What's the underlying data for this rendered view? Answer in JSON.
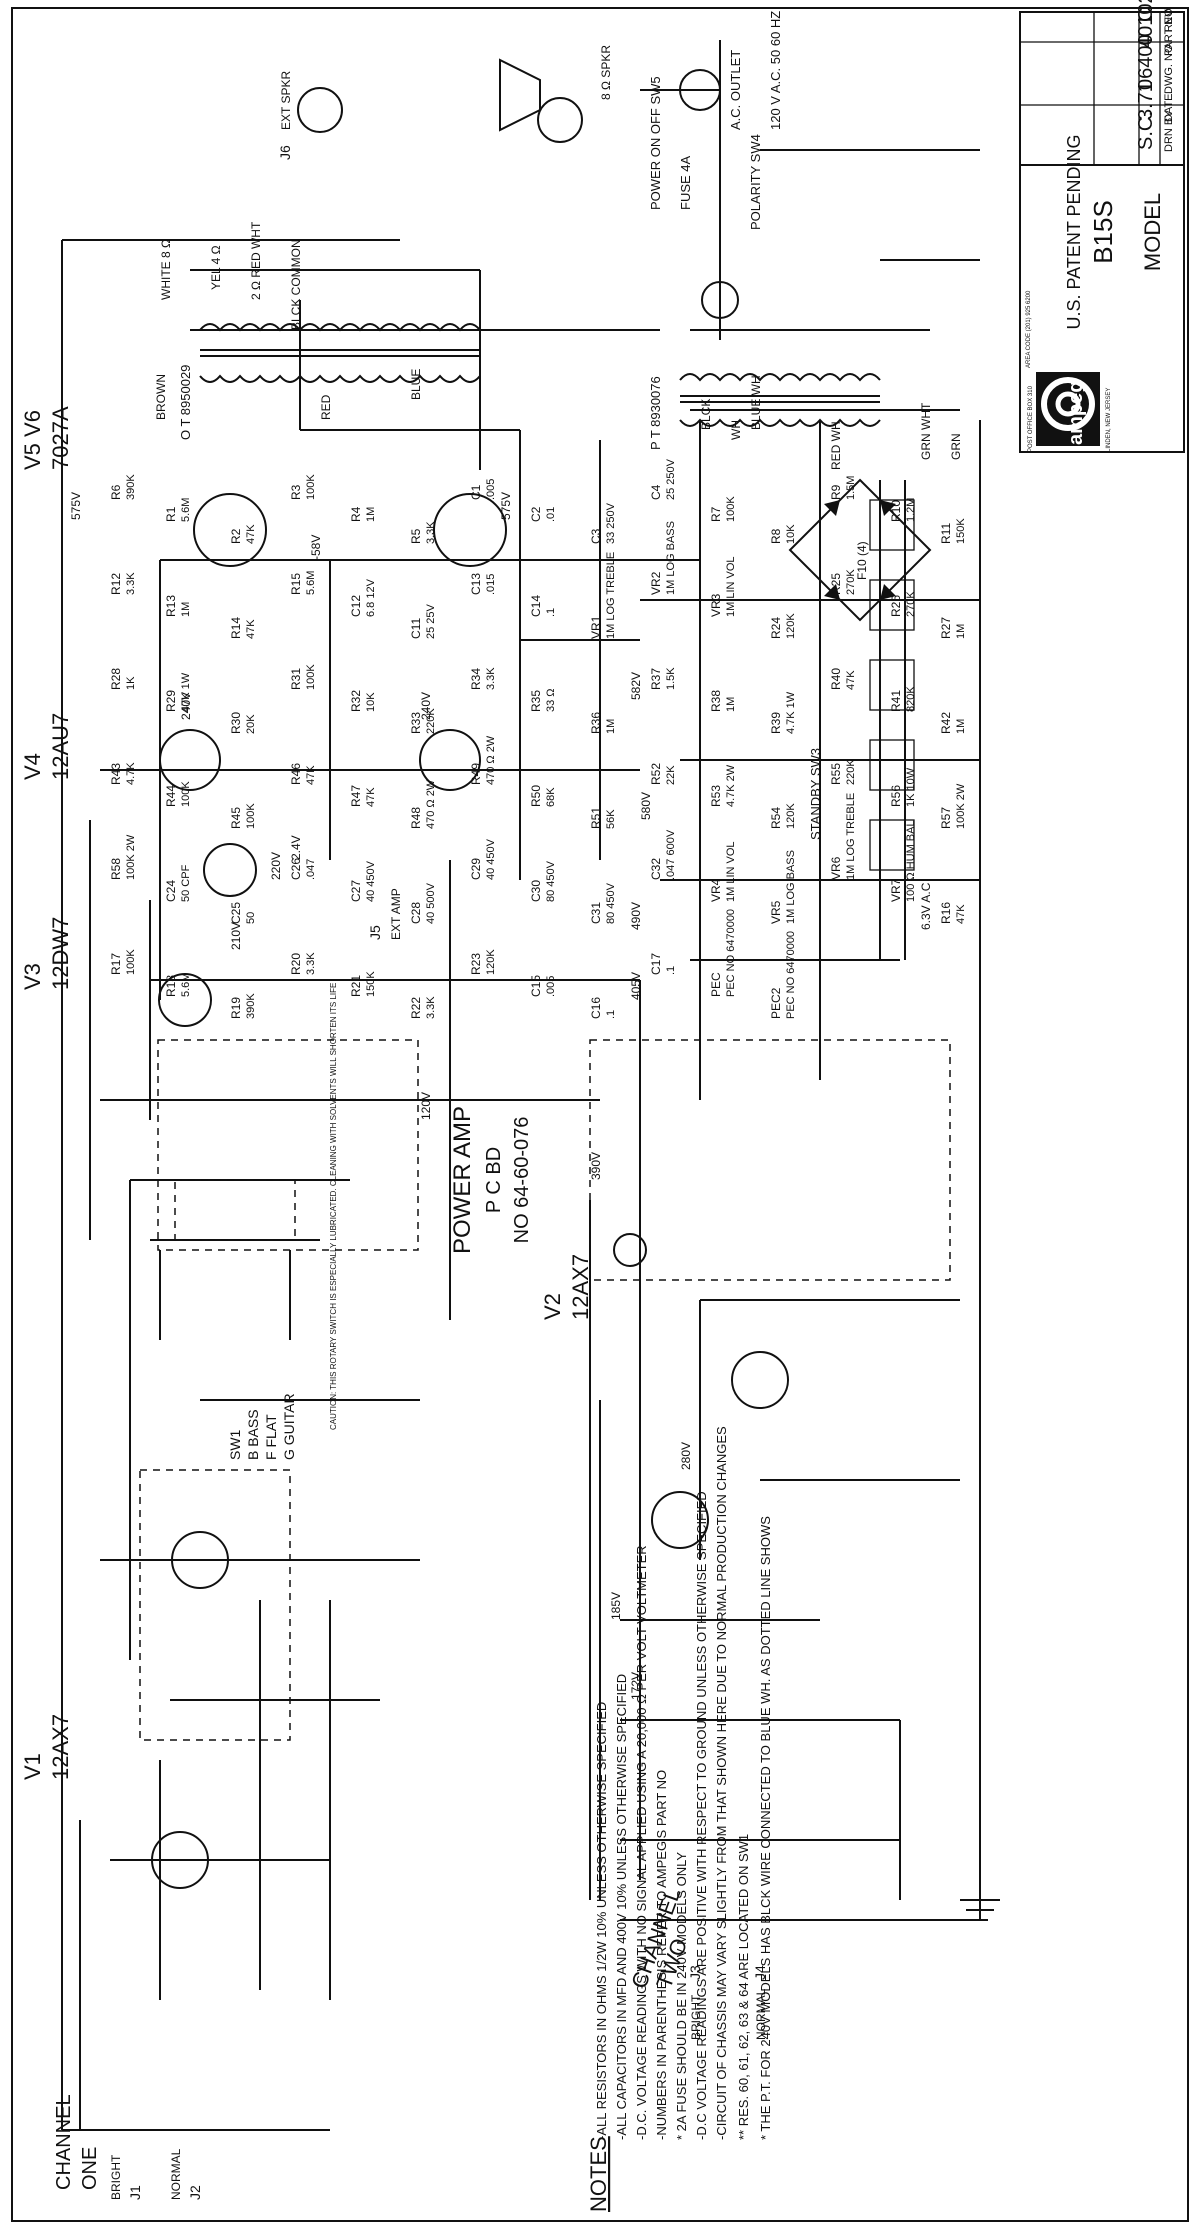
{
  "title_block": {
    "model_label": "MODEL",
    "model": "B15S",
    "patent": "U.S. PATENT PENDING",
    "headers": [
      "DRN BY",
      "DATE",
      "DWG. NO",
      "PART NO",
      "REV"
    ],
    "values": [
      "S.C.",
      "3.71",
      "06400",
      "4010258",
      "C"
    ],
    "brand": "ampeg",
    "address_line1": "POST OFFICE BOX 310",
    "address_line2": "LINDEN, NEW JERSEY",
    "phone": "AREA CODE (201) 925 6200"
  },
  "section_labels": {
    "power_amp": [
      "POWER AMP",
      "P C BD",
      "NO 64-60-076"
    ],
    "channel_two": [
      "CHANNEL",
      "TWO"
    ],
    "channel_one": [
      "CHANNEL",
      "ONE"
    ],
    "switch": [
      "SW1",
      "B BASS",
      "F FLAT",
      "G GUITAR"
    ]
  },
  "tubes": [
    {
      "name": "V1",
      "type": "12AX7"
    },
    {
      "name": "V2",
      "type": "12AX7"
    },
    {
      "name": "V3",
      "type": "12DW7"
    },
    {
      "name": "V4",
      "type": "12AU7"
    },
    {
      "name": "V5 V6",
      "type": "7027A"
    }
  ],
  "jacks": [
    "J1",
    "J2",
    "J3",
    "J4",
    "J5",
    "J6",
    "BRIGHT",
    "NORMAL",
    "BRIGHT",
    "NORMAL",
    "EXT SPKR",
    "8 Ω SPKR",
    "EXT AMP"
  ],
  "voltages": [
    "575V",
    "575V",
    "582V",
    "580V",
    "490V",
    "405V",
    "390V",
    "280V",
    "185V",
    "172V",
    "240V",
    "240V",
    "220V",
    "210V",
    "120V",
    "-58V",
    "2.4V",
    "6.3V A.C"
  ],
  "power": {
    "outlet": "A.C. OUTLET",
    "line": "120 V A.C. 50 60 HZ",
    "fuse": "FUSE 4A",
    "power_switch": "POWER ON OFF SW5",
    "polarity": "POLARITY SW4",
    "standby": "STANDBY SW3",
    "pt": "P T 8930076",
    "ot": "O T 8950029",
    "rectifier": "F10 (4)"
  },
  "transformer_taps": [
    "WHITE 8 Ω",
    "YEL 4 Ω",
    "2 Ω RED WHT",
    "BLCK COMMON",
    "BROWN",
    "RED",
    "BLUE",
    "BLCK",
    "WH",
    "BLUE WH",
    "RED WH",
    "GRN WHT",
    "GRN"
  ],
  "caution": "CAUTION: THIS ROTARY SWITCH IS ESPECIALLY LUBRICATED. CLEANING WITH SOLVENTS WILL SHORTEN ITS LIFE",
  "notes_title": "NOTES",
  "notes": [
    "-ALL RESISTORS IN OHMS 1/2W 10% UNLESS OTHERWISE SPECIFIED",
    "-ALL CAPACITORS IN MFD AND 400V 10% UNLESS OTHERWISE SPECIFIED",
    "-D.C. VOLTAGE READINGS WITH NO SIGNAL APPLIED USING A 20,000 Ω PER VOLT VOLTMETER",
    "-NUMBERS IN PARENTHESIS REFER TO AMPEG'S PART NO",
    "* 2A FUSE SHOULD BE IN 240V MODELS ONLY",
    "-D.C VOLTAGE READINGS ARE POSITIVE WITH RESPECT TO GROUND UNLESS OTHERWISE SPECIFIED",
    "-CIRCUIT OF CHASSIS MAY VARY SLIGHTLY FROM THAT SHOWN HERE DUE TO NORMAL PRODUCTION CHANGES",
    "** RES. 60, 61, 62, 63 & 64 ARE LOCATED ON SW1",
    "* THE P.T. FOR 240V MODELS HAS BLCK WIRE CONNECTED TO BLUE WH. AS DOTTED LINE SHOWS"
  ],
  "components": [
    {
      "ref": "R6",
      "value": "390K"
    },
    {
      "ref": "R1",
      "value": "5.6M"
    },
    {
      "ref": "R2",
      "value": "47K"
    },
    {
      "ref": "R3",
      "value": "100K"
    },
    {
      "ref": "R4",
      "value": "1M"
    },
    {
      "ref": "R5",
      "value": "3.3K"
    },
    {
      "ref": "C1",
      "value": ".005"
    },
    {
      "ref": "C2",
      "value": ".01"
    },
    {
      "ref": "C3",
      "value": "33 250V"
    },
    {
      "ref": "C4",
      "value": "25 250V"
    },
    {
      "ref": "R7",
      "value": "100K"
    },
    {
      "ref": "R8",
      "value": "10K"
    },
    {
      "ref": "R9",
      "value": "1.5M"
    },
    {
      "ref": "R10",
      "value": "1.2M"
    },
    {
      "ref": "R11",
      "value": "150K"
    },
    {
      "ref": "R12",
      "value": "3.3K"
    },
    {
      "ref": "R13",
      "value": "1M"
    },
    {
      "ref": "R14",
      "value": "47K"
    },
    {
      "ref": "R15",
      "value": "5.6M"
    },
    {
      "ref": "C12",
      "value": "6.8 12V"
    },
    {
      "ref": "C11",
      "value": "25 25V"
    },
    {
      "ref": "C13",
      "value": ".015"
    },
    {
      "ref": "C14",
      "value": ".1"
    },
    {
      "ref": "VR1",
      "value": "1M LOG TREBLE"
    },
    {
      "ref": "VR2",
      "value": "1M LOG BASS"
    },
    {
      "ref": "VR3",
      "value": "1M LIN VOL"
    },
    {
      "ref": "R24",
      "value": "120K"
    },
    {
      "ref": "R25",
      "value": "270K"
    },
    {
      "ref": "R26",
      "value": "270K"
    },
    {
      "ref": "R27",
      "value": "1M"
    },
    {
      "ref": "R28",
      "value": "1K"
    },
    {
      "ref": "R29",
      "value": "47K 1W"
    },
    {
      "ref": "R30",
      "value": "20K"
    },
    {
      "ref": "R31",
      "value": "100K"
    },
    {
      "ref": "R32",
      "value": "10K"
    },
    {
      "ref": "R33",
      "value": "220K"
    },
    {
      "ref": "R34",
      "value": "3.3K"
    },
    {
      "ref": "R35",
      "value": "33 Ω"
    },
    {
      "ref": "R36",
      "value": "1M"
    },
    {
      "ref": "R37",
      "value": "1.5K"
    },
    {
      "ref": "R38",
      "value": "1M"
    },
    {
      "ref": "R39",
      "value": "4.7K 1W"
    },
    {
      "ref": "R40",
      "value": "47K"
    },
    {
      "ref": "R41",
      "value": "820K"
    },
    {
      "ref": "R42",
      "value": "1M"
    },
    {
      "ref": "R43",
      "value": "4.7K"
    },
    {
      "ref": "R44",
      "value": "100K"
    },
    {
      "ref": "R45",
      "value": "100K"
    },
    {
      "ref": "R46",
      "value": "47K"
    },
    {
      "ref": "R47",
      "value": "47K"
    },
    {
      "ref": "R48",
      "value": "470 Ω 2W"
    },
    {
      "ref": "R49",
      "value": "470 Ω 2W"
    },
    {
      "ref": "R50",
      "value": "68K"
    },
    {
      "ref": "R51",
      "value": "56K"
    },
    {
      "ref": "R52",
      "value": "22K"
    },
    {
      "ref": "R53",
      "value": "4.7K 2W"
    },
    {
      "ref": "R54",
      "value": "120K"
    },
    {
      "ref": "R55",
      "value": "220K"
    },
    {
      "ref": "R56",
      "value": "1K 10W"
    },
    {
      "ref": "R57",
      "value": "100K 2W"
    },
    {
      "ref": "R58",
      "value": "100K 2W"
    },
    {
      "ref": "C24",
      "value": "50 CPF"
    },
    {
      "ref": "C25",
      "value": "50"
    },
    {
      "ref": "C26",
      "value": ".047"
    },
    {
      "ref": "C27",
      "value": "40 450V"
    },
    {
      "ref": "C28",
      "value": "40 500V"
    },
    {
      "ref": "C29",
      "value": "40 450V"
    },
    {
      "ref": "C30",
      "value": "80 450V"
    },
    {
      "ref": "C31",
      "value": "80 450V"
    },
    {
      "ref": "C32",
      "value": ".047 600V"
    },
    {
      "ref": "VR4",
      "value": "1M LIN VOL"
    },
    {
      "ref": "VR5",
      "value": "1M LOG BASS"
    },
    {
      "ref": "VR6",
      "value": "1M LOG TREBLE"
    },
    {
      "ref": "VR7",
      "value": "100 Ω HUM BAL"
    },
    {
      "ref": "R16",
      "value": "47K"
    },
    {
      "ref": "R17",
      "value": "100K"
    },
    {
      "ref": "R18",
      "value": "5.6M"
    },
    {
      "ref": "R19",
      "value": "390K"
    },
    {
      "ref": "R20",
      "value": "3.3K"
    },
    {
      "ref": "R21",
      "value": "150K"
    },
    {
      "ref": "R22",
      "value": "3.3K"
    },
    {
      "ref": "R23",
      "value": "120K"
    },
    {
      "ref": "C15",
      "value": ".005"
    },
    {
      "ref": "C16",
      "value": ".1"
    },
    {
      "ref": "C17",
      "value": ".1"
    },
    {
      "ref": "PEC",
      "value": "PEC NO 6470000"
    },
    {
      "ref": "PEC2",
      "value": "PEC NO 6470000"
    }
  ]
}
